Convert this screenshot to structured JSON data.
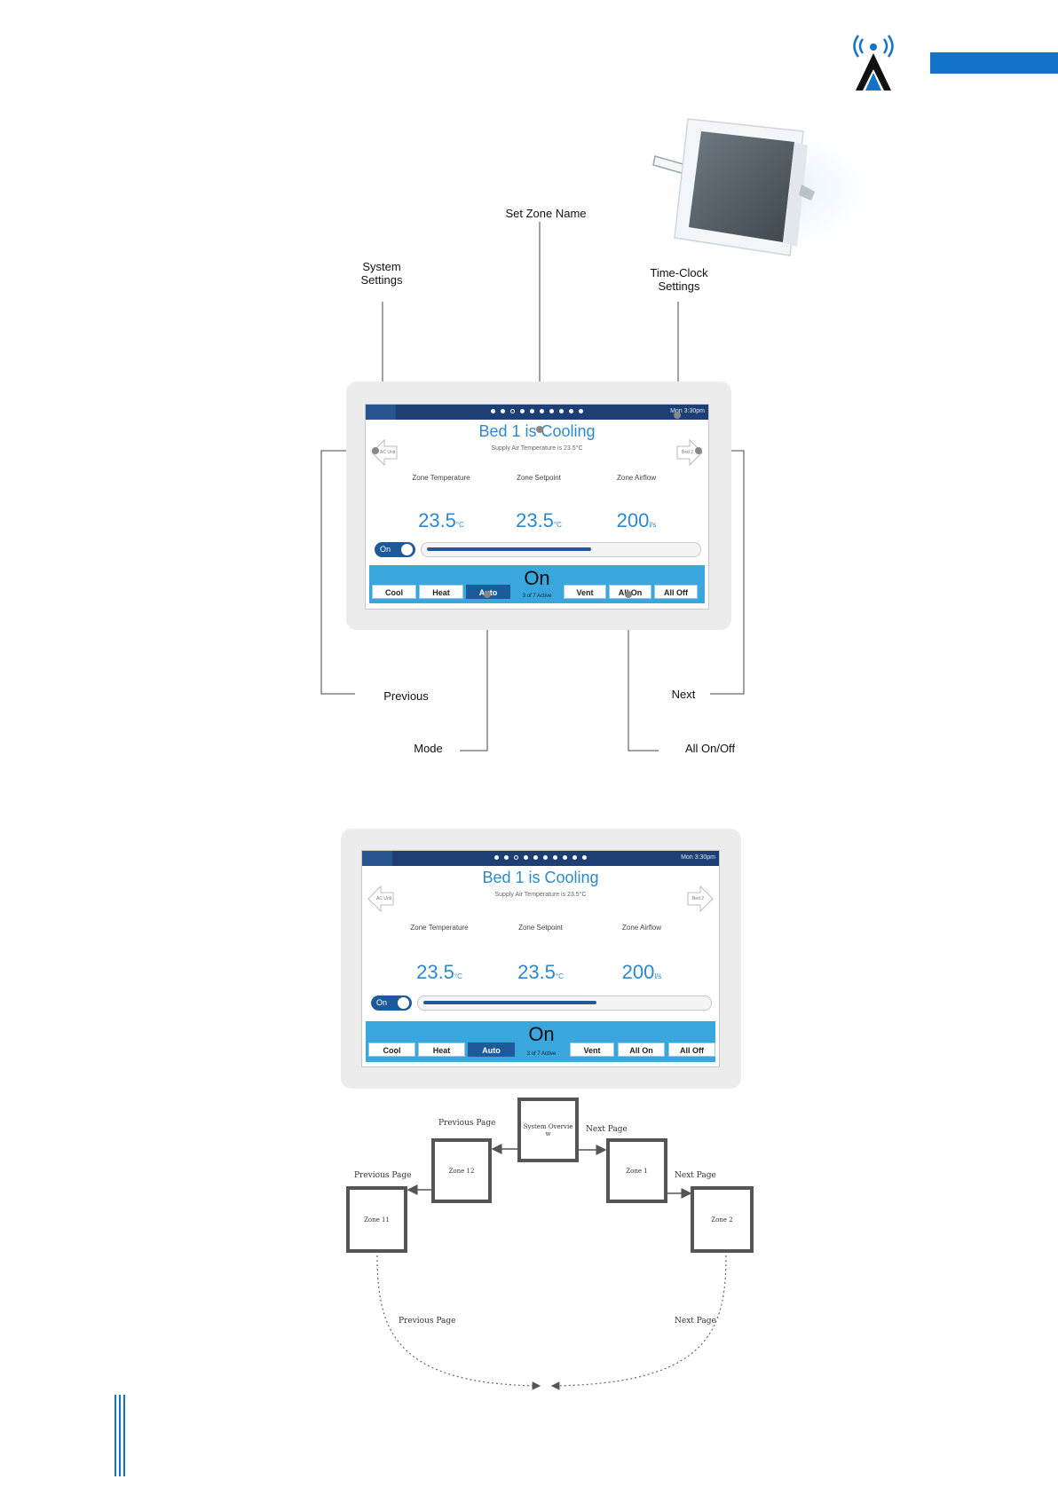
{
  "callouts": {
    "set_zone_name": "Set Zone Name",
    "system_settings_1": "System",
    "system_settings_2": "Settings",
    "time_clock_1": "Time-Clock",
    "time_clock_2": "Settings",
    "previous": "Previous",
    "next": "Next",
    "mode": "Mode",
    "all_on_off": "All On/Off"
  },
  "screen": {
    "clock": "Mon 3:30pm",
    "zone_title": "Bed 1 is Cooling",
    "supply_text": "Supply Air Temperature is 23.5°C",
    "prev_label": "AC Unit",
    "next_label": "Bed 2",
    "metrics": [
      {
        "label": "Zone Temperature",
        "value": "23.5",
        "unit": "°C"
      },
      {
        "label": "Zone Setpoint",
        "value": "23.5",
        "unit": "°C"
      },
      {
        "label": "Zone Airflow",
        "value": "200",
        "unit": "l/s"
      }
    ],
    "toggle_label": "On",
    "airflow_fraction": 0.59,
    "status": "On",
    "active_text": "3 of 7 Active",
    "buttons": {
      "cool": "Cool",
      "heat": "Heat",
      "auto": "Auto",
      "vent": "Vent",
      "all_on": "All On",
      "all_off": "All Off"
    },
    "pages_total": 10,
    "current_page": 2
  },
  "nav": {
    "system_overview": "System Overvie w",
    "zone_12": "Zone 12",
    "zone_1": "Zone 1",
    "zone_11": "Zone 11",
    "zone_2": "Zone 2",
    "previous_page": "Previous Page",
    "next_page": "Next Page"
  },
  "colors": {
    "brand_blue": "#1273c9",
    "screen_header": "#1e3f73",
    "accent_text": "#2e89cc",
    "mode_bar": "#3aa6de"
  }
}
